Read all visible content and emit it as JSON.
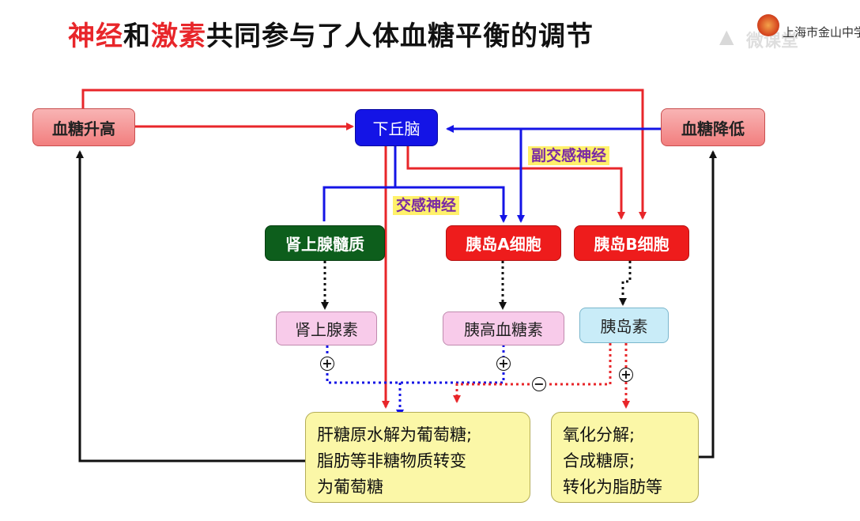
{
  "title": {
    "part1": "神经",
    "part2": "和",
    "part3": "激素",
    "part4": "共同参与了人体血糖平衡的调节"
  },
  "header": {
    "school": "上海市金山中学",
    "watermark": "微课堂"
  },
  "nodes": {
    "high": "血糖升高",
    "hypothalamus": "下丘脑",
    "low": "血糖降低",
    "adrenal_medulla": "肾上腺髓质",
    "alpha_cell": "胰岛A细胞",
    "beta_cell": "胰岛B细胞",
    "adrenaline": "肾上腺素",
    "glucagon": "胰高血糖素",
    "insulin": "胰岛素"
  },
  "labels": {
    "sympathetic": "交感神经",
    "parasympathetic": "副交感神经"
  },
  "signs": {
    "plus": "+",
    "minus": "−"
  },
  "effects": {
    "raise": [
      "肝糖原水解为葡萄糖;",
      "脂肪等非糖物质转变",
      "为葡萄糖"
    ],
    "lower": [
      "氧化分解;",
      "合成糖原;",
      "转化为脂肪等"
    ]
  },
  "colors": {
    "red": "#e8262a",
    "blue": "#1414e6",
    "black": "#111111"
  }
}
